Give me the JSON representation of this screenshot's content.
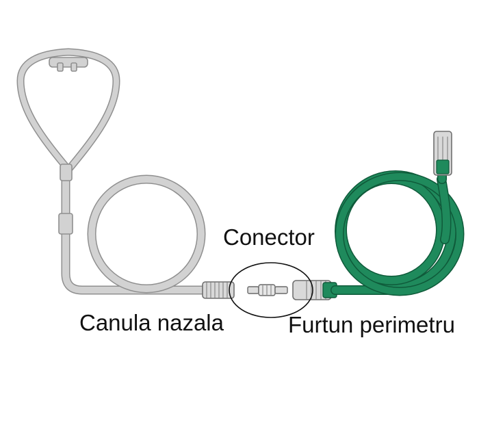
{
  "labels": {
    "connector": "Conector",
    "nasal_cannula": "Canula nazala",
    "perimeter_tube": "Furtun perimetru"
  },
  "colors": {
    "cannula_tube": "#c9c9c9",
    "cannula_outline": "#8f8f8f",
    "perimeter_tube": "#1f8a5c",
    "perimeter_outline": "#0f5a3a",
    "connector_body": "#dddddd",
    "highlight_circle": "#111111"
  },
  "icons": {
    "cannula": "nasal-cannula-icon",
    "connector": "connector-icon",
    "tube": "perimeter-tube-icon"
  }
}
